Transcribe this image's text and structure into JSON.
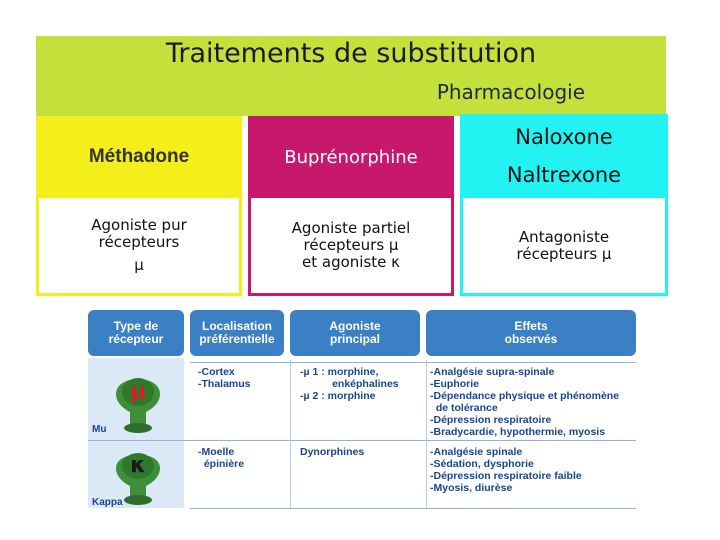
{
  "header": {
    "title": "Traitements de substitution",
    "subtitle": "Pharmacologie"
  },
  "columns": [
    {
      "name": "Méthadone",
      "desc_lines": [
        "Agoniste pur",
        "récepteurs",
        "µ"
      ],
      "color": "#f4ee1a"
    },
    {
      "name": "Buprénorphine",
      "desc_lines": [
        "Agoniste partiel",
        "récepteurs µ",
        "et agoniste κ"
      ],
      "color": "#c8186e"
    },
    {
      "name_lines": [
        "Naloxone",
        "Naltrexone"
      ],
      "desc_lines": [
        "Antagoniste",
        "récepteurs µ"
      ],
      "color": "#22f2f2"
    }
  ],
  "table": {
    "headers": [
      "Type de\nrécepteur",
      "Localisation\npréférentielle",
      "Agoniste\nprincipal",
      "Effets\nobservés"
    ],
    "header_color": "#3b7fc4",
    "rows": [
      {
        "symbol": "µ",
        "label": "Mu",
        "symbol_color": "#d61f26",
        "localisation": "-Cortex\n-Thalamus",
        "agoniste": "-µ 1 : morphine,\n           enképhalines\n-µ 2 : morphine",
        "effets": "-Analgésie supra-spinale\n-Euphorie\n-Dépendance physique et phénomène\n  de tolérance\n-Dépression respiratoire\n-Bradycardie, hypothermie, myosis"
      },
      {
        "symbol": "κ",
        "label": "Kappa",
        "symbol_color": "#1a1a1a",
        "localisation": "-Moelle\n  épinière",
        "agoniste": "Dynorphines",
        "effets": "-Analgésie spinale\n-Sédation, dysphorie\n-Dépression respiratoire faible\n-Myosis, diurèse"
      }
    ]
  }
}
